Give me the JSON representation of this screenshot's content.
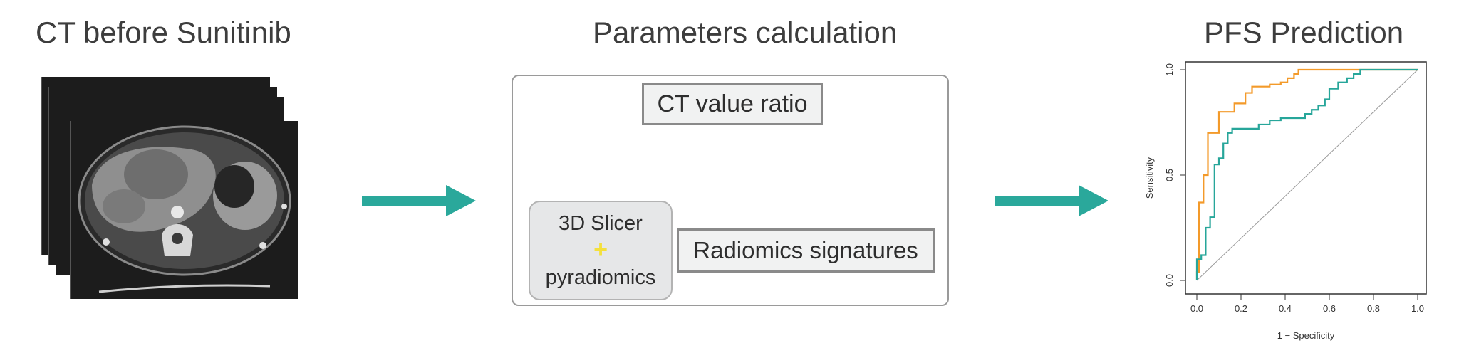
{
  "titles": {
    "ct": "CT before Sunitinib",
    "params": "Parameters calculation",
    "pfs": "PFS Prediction"
  },
  "params_box": {
    "ct_value_ratio": "CT value ratio",
    "slicer_line1": "3D Slicer",
    "plus": "+",
    "slicer_line2": "pyradiomics",
    "radiomics": "Radiomics signatures"
  },
  "colors": {
    "arrow": "#2aa89b",
    "roc_orange": "#f39a2a",
    "roc_teal": "#27a69a",
    "plus_yellow": "#f4e03c"
  },
  "chart_data": {
    "type": "line",
    "xlabel": "1 − Specificity",
    "ylabel": "Sensitivity",
    "xlim": [
      0,
      1
    ],
    "ylim": [
      0,
      1
    ],
    "x_ticks": [
      "0.0",
      "0.2",
      "0.4",
      "0.6",
      "0.8",
      "1.0"
    ],
    "y_ticks": [
      "0.0",
      "0.5",
      "1.0"
    ],
    "diagonal": true,
    "series": [
      {
        "color": "#f39a2a",
        "points": [
          [
            0,
            0
          ],
          [
            0,
            0.04
          ],
          [
            0.01,
            0.04
          ],
          [
            0.01,
            0.37
          ],
          [
            0.03,
            0.37
          ],
          [
            0.03,
            0.5
          ],
          [
            0.05,
            0.5
          ],
          [
            0.05,
            0.7
          ],
          [
            0.1,
            0.7
          ],
          [
            0.1,
            0.8
          ],
          [
            0.17,
            0.8
          ],
          [
            0.17,
            0.84
          ],
          [
            0.22,
            0.84
          ],
          [
            0.22,
            0.89
          ],
          [
            0.25,
            0.89
          ],
          [
            0.25,
            0.92
          ],
          [
            0.33,
            0.92
          ],
          [
            0.33,
            0.93
          ],
          [
            0.38,
            0.93
          ],
          [
            0.38,
            0.94
          ],
          [
            0.41,
            0.94
          ],
          [
            0.41,
            0.96
          ],
          [
            0.44,
            0.96
          ],
          [
            0.44,
            0.98
          ],
          [
            0.46,
            0.98
          ],
          [
            0.46,
            1.0
          ],
          [
            1.0,
            1.0
          ]
        ]
      },
      {
        "color": "#27a69a",
        "points": [
          [
            0,
            0
          ],
          [
            0,
            0.1
          ],
          [
            0.02,
            0.1
          ],
          [
            0.02,
            0.12
          ],
          [
            0.04,
            0.12
          ],
          [
            0.04,
            0.25
          ],
          [
            0.06,
            0.25
          ],
          [
            0.06,
            0.3
          ],
          [
            0.08,
            0.3
          ],
          [
            0.08,
            0.55
          ],
          [
            0.1,
            0.55
          ],
          [
            0.1,
            0.58
          ],
          [
            0.12,
            0.58
          ],
          [
            0.12,
            0.65
          ],
          [
            0.14,
            0.65
          ],
          [
            0.14,
            0.7
          ],
          [
            0.16,
            0.7
          ],
          [
            0.16,
            0.72
          ],
          [
            0.28,
            0.72
          ],
          [
            0.28,
            0.74
          ],
          [
            0.33,
            0.74
          ],
          [
            0.33,
            0.76
          ],
          [
            0.38,
            0.76
          ],
          [
            0.38,
            0.77
          ],
          [
            0.49,
            0.77
          ],
          [
            0.49,
            0.79
          ],
          [
            0.52,
            0.79
          ],
          [
            0.52,
            0.81
          ],
          [
            0.55,
            0.81
          ],
          [
            0.55,
            0.83
          ],
          [
            0.58,
            0.83
          ],
          [
            0.58,
            0.86
          ],
          [
            0.6,
            0.86
          ],
          [
            0.6,
            0.91
          ],
          [
            0.64,
            0.91
          ],
          [
            0.64,
            0.94
          ],
          [
            0.68,
            0.94
          ],
          [
            0.68,
            0.96
          ],
          [
            0.71,
            0.96
          ],
          [
            0.71,
            0.98
          ],
          [
            0.74,
            0.98
          ],
          [
            0.74,
            1.0
          ],
          [
            1.0,
            1.0
          ]
        ]
      }
    ]
  }
}
